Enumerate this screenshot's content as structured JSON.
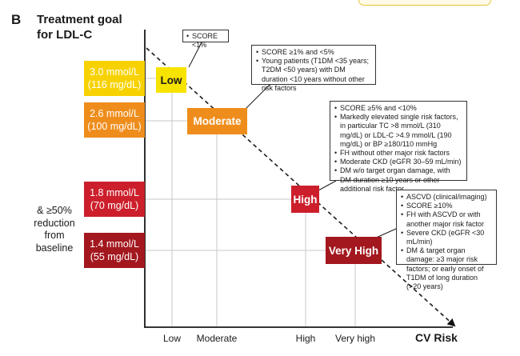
{
  "panel_letter": "B",
  "goal_title_line1": "Treatment goal",
  "goal_title_line2": "for LDL-C",
  "targets": [
    {
      "mmol": "3.0 mmol/L",
      "mgdl": "(116 mg/dL)",
      "color": "#f7d200"
    },
    {
      "mmol": "2.6 mmol/L",
      "mgdl": "(100 mg/dL)",
      "color": "#ef8d1c"
    },
    {
      "mmol": "1.8 mmol/L",
      "mgdl": "(70 mg/dL)",
      "color": "#cc1f2b"
    },
    {
      "mmol": "1.4 mmol/L",
      "mgdl": "(55 mg/dL)",
      "color": "#a3171e"
    }
  ],
  "reduction_lines": [
    "& ≥50%",
    "reduction",
    "from",
    "baseline"
  ],
  "risk_levels": [
    {
      "label": "Low",
      "color": "#f7e300",
      "text_color": "#1a1a1a"
    },
    {
      "label": "Moderate",
      "color": "#ef8d1c",
      "text_color": "#ffffff"
    },
    {
      "label": "High",
      "color": "#cc1f2b",
      "text_color": "#ffffff"
    },
    {
      "label": "Very High",
      "color": "#a3171e",
      "text_color": "#ffffff"
    }
  ],
  "callouts": {
    "low": [
      "SCORE <1%"
    ],
    "moderate": [
      "SCORE ≥1% and <5%",
      "Young patients (T1DM <35 years; T2DM <50 years) with DM duration <10 years without other risk factors"
    ],
    "high": [
      "SCORE ≥5% and <10%",
      "Markedly elevated single risk factors, in particular TC >8 mmol/L (310 mg/dL) or LDL-C >4.9 mmol/L (190 mg/dL) or BP ≥180/110 mmHg",
      "FH without other major risk factors",
      "Moderate CKD (eGFR 30–59 mL/min)",
      "DM w/o target organ damage, with DM duration ≥10 years or other additional risk factor"
    ],
    "very_high": [
      "ASCVD (clinical/imaging)",
      "SCORE ≥10%",
      "FH with ASCVD or with another major risk factor",
      "Severe CKD (eGFR <30 mL/min)",
      "DM & target organ damage: ≥3 major risk factors; or early onset of T1DM of long duration (>20 years)"
    ]
  },
  "x_ticks": [
    "Low",
    "Moderate",
    "High",
    "Very high"
  ],
  "x_axis_title": "CV Risk"
}
